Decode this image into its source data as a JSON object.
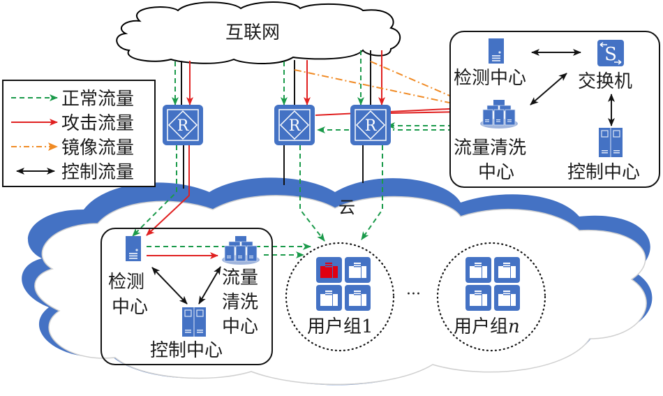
{
  "title": "DDoS cloud cleaning architecture",
  "colors": {
    "normal": "#1a9a4a",
    "attack": "#e02020",
    "mirror": "#f08a24",
    "control": "#111111",
    "device_blue": "#4472c4",
    "cloud_outline": "#4472c4",
    "infected": "#e00010"
  },
  "internet": {
    "label": "互联网"
  },
  "cloud": {
    "label": "云"
  },
  "legend": {
    "items": [
      {
        "label": "正常流量",
        "style": "normal"
      },
      {
        "label": "攻击流量",
        "style": "attack"
      },
      {
        "label": "镜像流量",
        "style": "mirror"
      },
      {
        "label": "控制流量",
        "style": "control"
      }
    ]
  },
  "routers": [
    {
      "label": "R"
    },
    {
      "label": "R"
    },
    {
      "label": "R"
    }
  ],
  "remote_center": {
    "detection": "检测中心",
    "switch": "交换机",
    "switch_glyph": "S",
    "cleaning_line1": "流量清洗",
    "cleaning_line2": "中心",
    "control": "控制中心"
  },
  "local_center": {
    "detection_line1": "检测",
    "detection_line2": "中心",
    "cleaning_line1": "流量",
    "cleaning_line2": "清洗",
    "cleaning_line3": "中心",
    "control": "控制中心"
  },
  "user_groups": [
    {
      "label": "用户组",
      "suffix": "1",
      "infected_servers": 1,
      "servers": 4
    },
    {
      "label": "用户组",
      "suffix": "n",
      "infected_servers": 0,
      "servers": 4
    }
  ],
  "ellipsis": "···"
}
